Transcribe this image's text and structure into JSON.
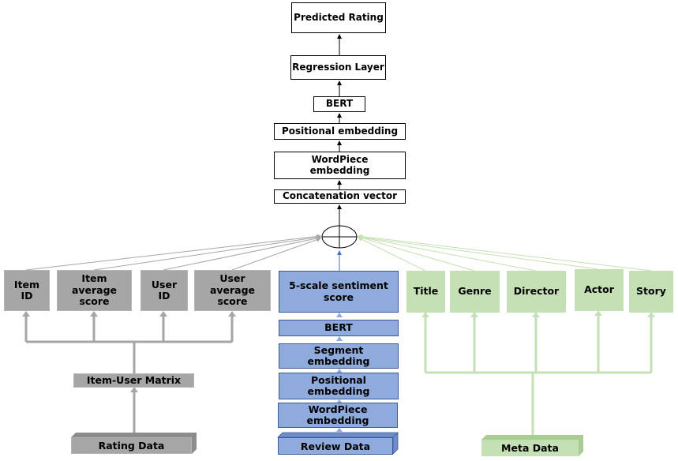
{
  "top_stack": {
    "predicted_rating": "Predicted Rating",
    "regression_layer": "Regression Layer",
    "bert": "BERT",
    "positional_embedding": "Positional embedding",
    "wordpiece_embedding": "WordPiece embedding",
    "concatenation_vector": "Concatenation vector"
  },
  "rating_branch": {
    "features": [
      "Item ID",
      "Item average score",
      "User ID",
      "User average score"
    ],
    "matrix": "Item-User Matrix",
    "source": "Rating Data"
  },
  "review_branch": {
    "sentiment": "5-scale sentiment score",
    "bert": "BERT",
    "segment": "Segment embedding",
    "positional": "Positional embedding",
    "wordpiece": "WordPiece embedding",
    "source": "Review Data"
  },
  "meta_branch": {
    "features": [
      "Title",
      "Genre",
      "Director",
      "Actor",
      "Story"
    ],
    "source": "Meta Data"
  },
  "colors": {
    "gray": "#a6a6a6",
    "blue": "#8faadc",
    "green": "#c5e0b4"
  }
}
